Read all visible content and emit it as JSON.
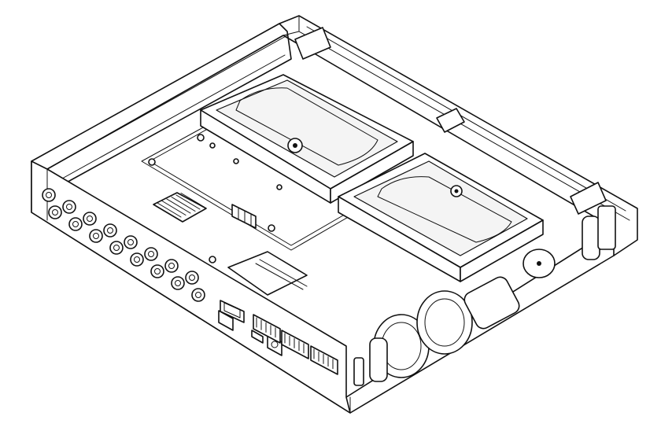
{
  "figure": {
    "subject": "dvr-chassis-exploded-interior",
    "line_color": "#111111",
    "background": "#ffffff",
    "bnc_rear_count": 16,
    "bnc_loop_count": 8
  }
}
